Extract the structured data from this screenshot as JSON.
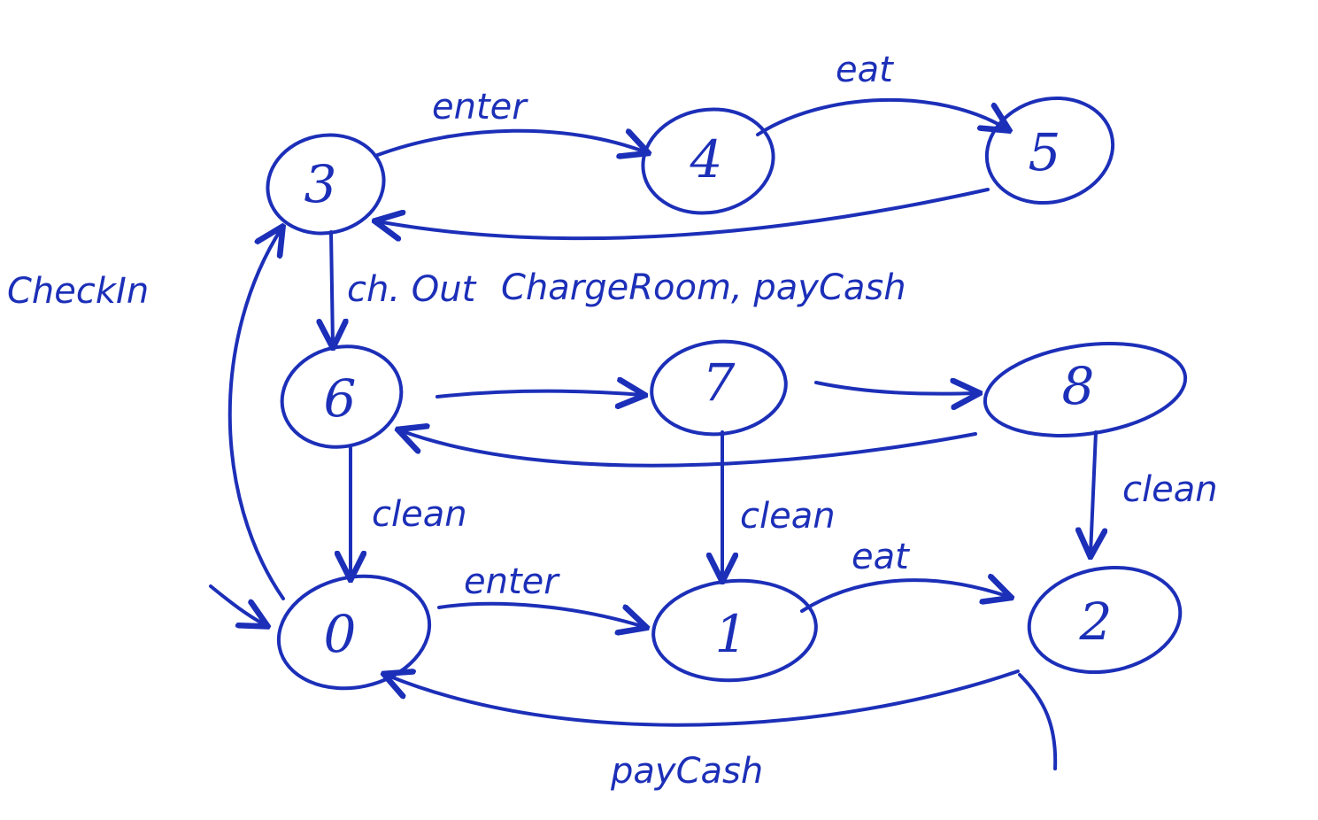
{
  "ink_color": "#1c2fb8",
  "nodes": [
    {
      "id": "3",
      "label": "3"
    },
    {
      "id": "4",
      "label": "4"
    },
    {
      "id": "5",
      "label": "5"
    },
    {
      "id": "6",
      "label": "6"
    },
    {
      "id": "7",
      "label": "7"
    },
    {
      "id": "8",
      "label": "8"
    },
    {
      "id": "0",
      "label": "0"
    },
    {
      "id": "1",
      "label": "1"
    },
    {
      "id": "2",
      "label": "2"
    }
  ],
  "edges": [
    {
      "from": "3",
      "to": "4",
      "label": "enter"
    },
    {
      "from": "4",
      "to": "5",
      "label": "eat"
    },
    {
      "from": "5",
      "to": "3",
      "label": "ChargeRoom, payCash"
    },
    {
      "from": "3",
      "to": "6",
      "label": "ch. Out"
    },
    {
      "from": "0",
      "to": "3",
      "label": "CheckIn"
    },
    {
      "from": "6",
      "to": "7",
      "label": ""
    },
    {
      "from": "7",
      "to": "8",
      "label": ""
    },
    {
      "from": "8",
      "to": "6",
      "label": ""
    },
    {
      "from": "6",
      "to": "0",
      "label": "clean"
    },
    {
      "from": "7",
      "to": "1",
      "label": "clean"
    },
    {
      "from": "8",
      "to": "2",
      "label": "clean"
    },
    {
      "from": "0",
      "to": "1",
      "label": "enter"
    },
    {
      "from": "1",
      "to": "2",
      "label": "eat"
    },
    {
      "from": "2",
      "to": "0",
      "label": "payCash"
    }
  ],
  "initial_state": "0"
}
